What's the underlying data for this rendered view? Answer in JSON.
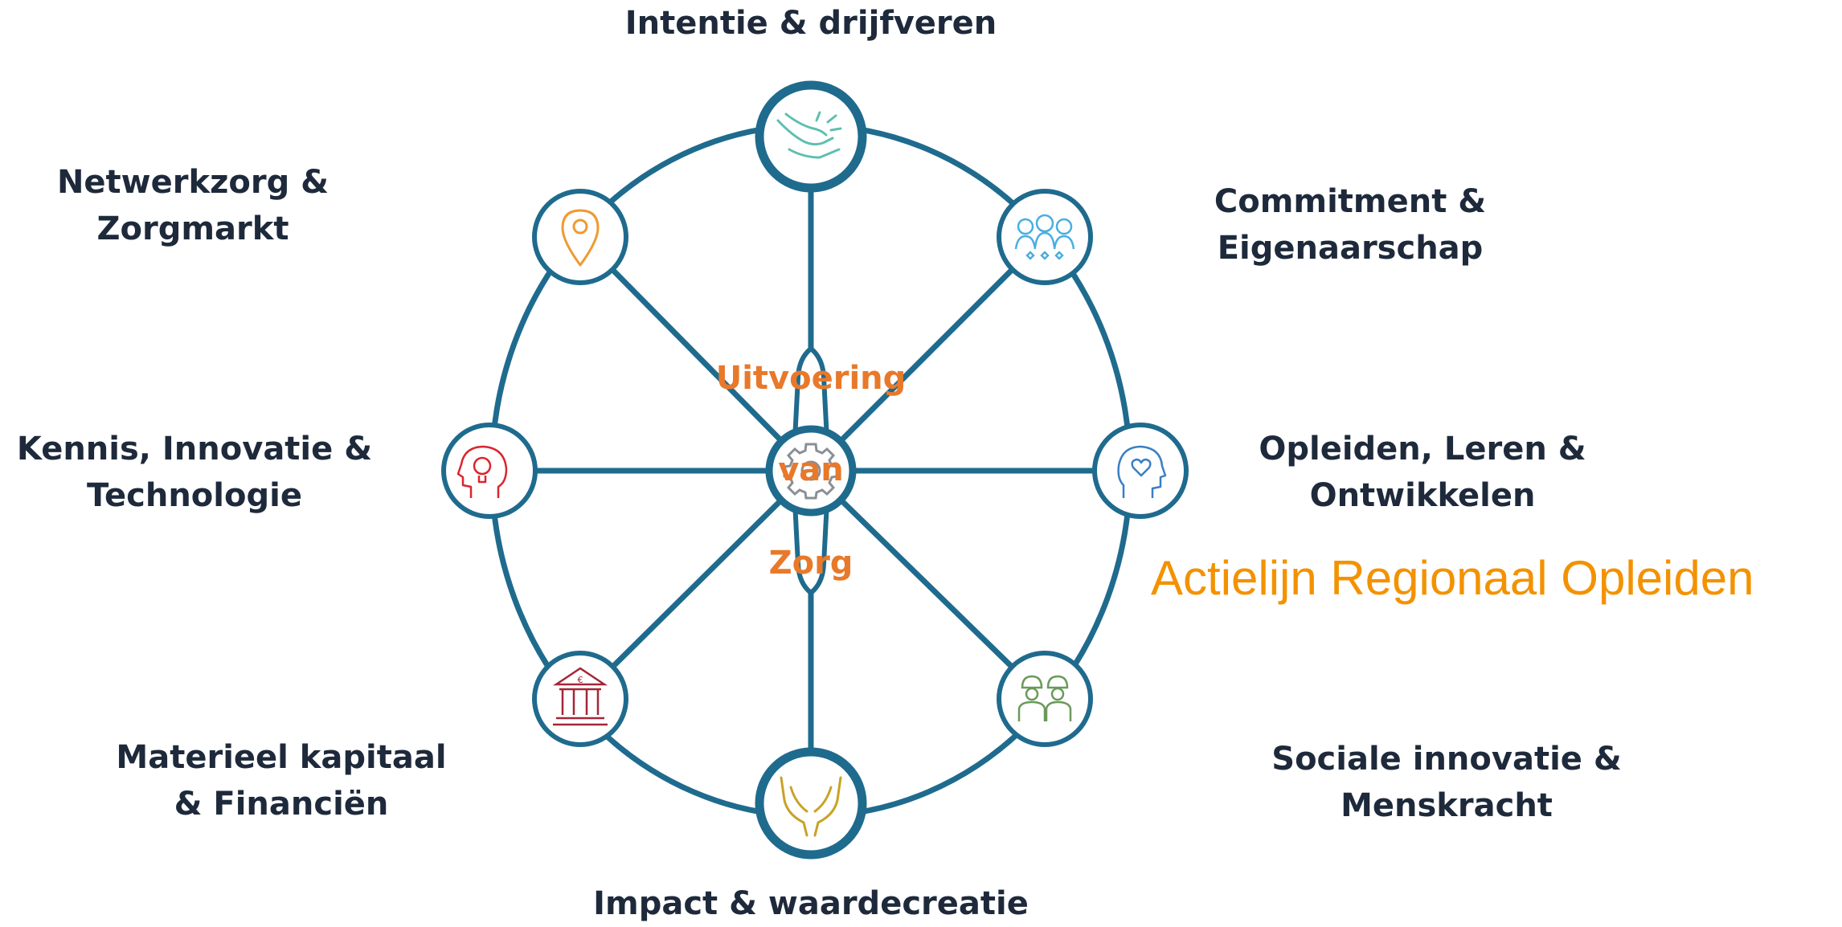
{
  "center": {
    "line1": "Uitvoering",
    "line2": "van",
    "line3": "Zorg"
  },
  "nodes": {
    "top": {
      "line1": "Intentie & drijfveren",
      "icon": "hand-icon"
    },
    "top_right": {
      "line1": "Commitment &",
      "line2": "Eigenaarschap",
      "icon": "group-heart-icon"
    },
    "right": {
      "line1": "Opleiden, Leren &",
      "line2": "Ontwikkelen",
      "icon": "head-heart-icon"
    },
    "bottom_right": {
      "line1": "Sociale innovatie &",
      "line2": "Menskracht",
      "icon": "workers-helmet-icon"
    },
    "bottom": {
      "line1": "Impact & waardecreatie",
      "icon": "cupped-hands-icon"
    },
    "bottom_left": {
      "line1": "Materieel kapitaal",
      "line2": "& Financiën",
      "icon": "bank-icon"
    },
    "left": {
      "line1": "Kennis, Innovatie &",
      "line2": "Technologie",
      "icon": "head-lightbulb-icon"
    },
    "top_left": {
      "line1": "Netwerkzorg &",
      "line2": "Zorgmarkt",
      "icon": "location-pin-icon"
    }
  },
  "highlight": "Actielijn Regionaal Opleiden",
  "colors": {
    "wheel": "#1f6b8e",
    "label": "#1e2a3b",
    "center_text": "#e8792a",
    "highlight": "#f39200",
    "icon_hand": "#5fbfb0",
    "icon_group": "#4aaee0",
    "icon_head_heart": "#3a7fc4",
    "icon_workers": "#6a9a5a",
    "icon_hands": "#c9a227",
    "icon_bank": "#a32638",
    "icon_bulb": "#d9262e",
    "icon_pin": "#ef9a33",
    "icon_gear": "#8a8f96"
  }
}
